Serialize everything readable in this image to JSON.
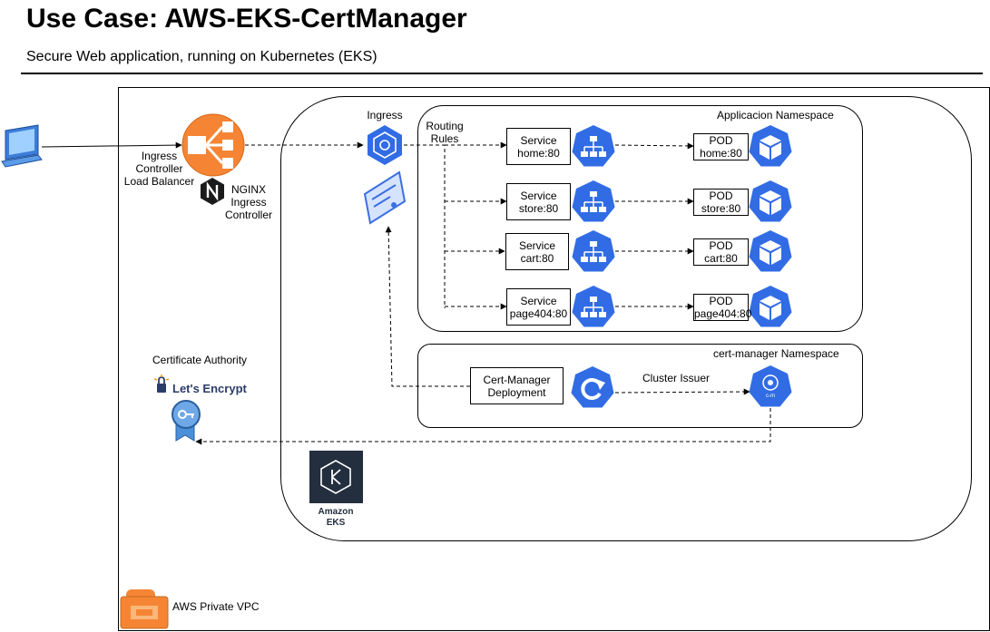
{
  "header": {
    "title": "Use Case: AWS-EKS-CertManager",
    "subtitle": "Secure Web application, running on Kubernetes (EKS)"
  },
  "vpc": {
    "label": "AWS Private VPC"
  },
  "eks": {
    "label_line1": "Amazon",
    "label_line2": "EKS"
  },
  "load_balancer": {
    "label_line1": "Ingress",
    "label_line2": "Controller",
    "label_line3": "Load Balancer"
  },
  "nginx": {
    "label_line1": "NGINX",
    "label_line2": "Ingress",
    "label_line3": "Controller"
  },
  "ingress": {
    "label": "Ingress"
  },
  "routing": {
    "label_line1": "Routing",
    "label_line2": "Rules"
  },
  "app_namespace": {
    "label": "Applicacion Namespace"
  },
  "cert_namespace": {
    "label": "cert-manager Namespace"
  },
  "services": [
    {
      "line1": "Service",
      "line2": "home:80"
    },
    {
      "line1": "Service",
      "line2": "store:80"
    },
    {
      "line1": "Service",
      "line2": "cart:80"
    },
    {
      "line1": "Service",
      "line2": "page404:80"
    }
  ],
  "pods": [
    {
      "line1": "POD",
      "line2": "home:80"
    },
    {
      "line1": "POD",
      "line2": "store:80"
    },
    {
      "line1": "POD",
      "line2": "cart:80"
    },
    {
      "line1": "POD",
      "line2": "page404:80"
    }
  ],
  "cert_manager": {
    "deployment_line1": "Cert-Manager",
    "deployment_line2": "Deployment",
    "issuer_label": "Cluster Issuer",
    "issuer_icon_text": "c-m"
  },
  "certificate_authority": {
    "label": "Certificate Authority",
    "brand": "Let's Encrypt"
  },
  "colors": {
    "k8s_blue": "#326ce5",
    "aws_orange": "#f58534",
    "nginx_dark": "#1b1b1b",
    "eks_dark": "#232f3e"
  }
}
